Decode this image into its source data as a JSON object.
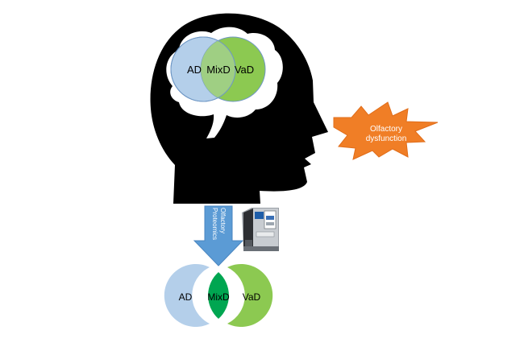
{
  "brain_venn": {
    "left_label": "AD",
    "overlap_label": "MixD",
    "right_label": "VaD"
  },
  "starburst": {
    "line1": "Olfactory",
    "line2": "dysfunction"
  },
  "arrow": {
    "line1": "Olfactory",
    "line2": "Proteomics"
  },
  "bottom_venn": {
    "left_label": "AD",
    "overlap_label": "MixD",
    "right_label": "VaD"
  },
  "colors": {
    "head": "#000000",
    "ad": "#b4cfea",
    "vad": "#8cc951",
    "overlap_brain": "#9fcf83",
    "mixd_bottom": "#00a651",
    "starburst": "#f07e26",
    "arrow": "#5b9bd5"
  },
  "icons": {
    "instrument": "mass-spectrometer-icon"
  }
}
